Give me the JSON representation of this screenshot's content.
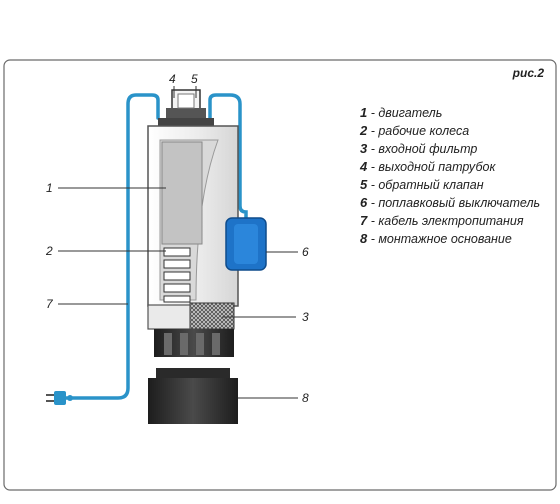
{
  "figure": {
    "label": "рис.2"
  },
  "callouts": {
    "c1": "1",
    "c2": "2",
    "c3": "3",
    "c4": "4",
    "c5": "5",
    "c6": "6",
    "c7": "7",
    "c8": "8"
  },
  "legend": [
    {
      "num": "1",
      "text": " - двигатель"
    },
    {
      "num": "2",
      "text": " - рабочие колеса"
    },
    {
      "num": "3",
      "text": " - входной фильтр"
    },
    {
      "num": "4",
      "text": " - выходной патрубок"
    },
    {
      "num": "5",
      "text": " - обратный клапан"
    },
    {
      "num": "6",
      "text": " - поплавковый выключатель"
    },
    {
      "num": "7",
      "text": " - кабель электропитания"
    },
    {
      "num": "8",
      "text": " -  монтажное основание"
    }
  ],
  "colors": {
    "cable": "#2a93c9",
    "float_switch": "#1e73c8",
    "frame": "#555555",
    "base": "#2f2f2f"
  }
}
